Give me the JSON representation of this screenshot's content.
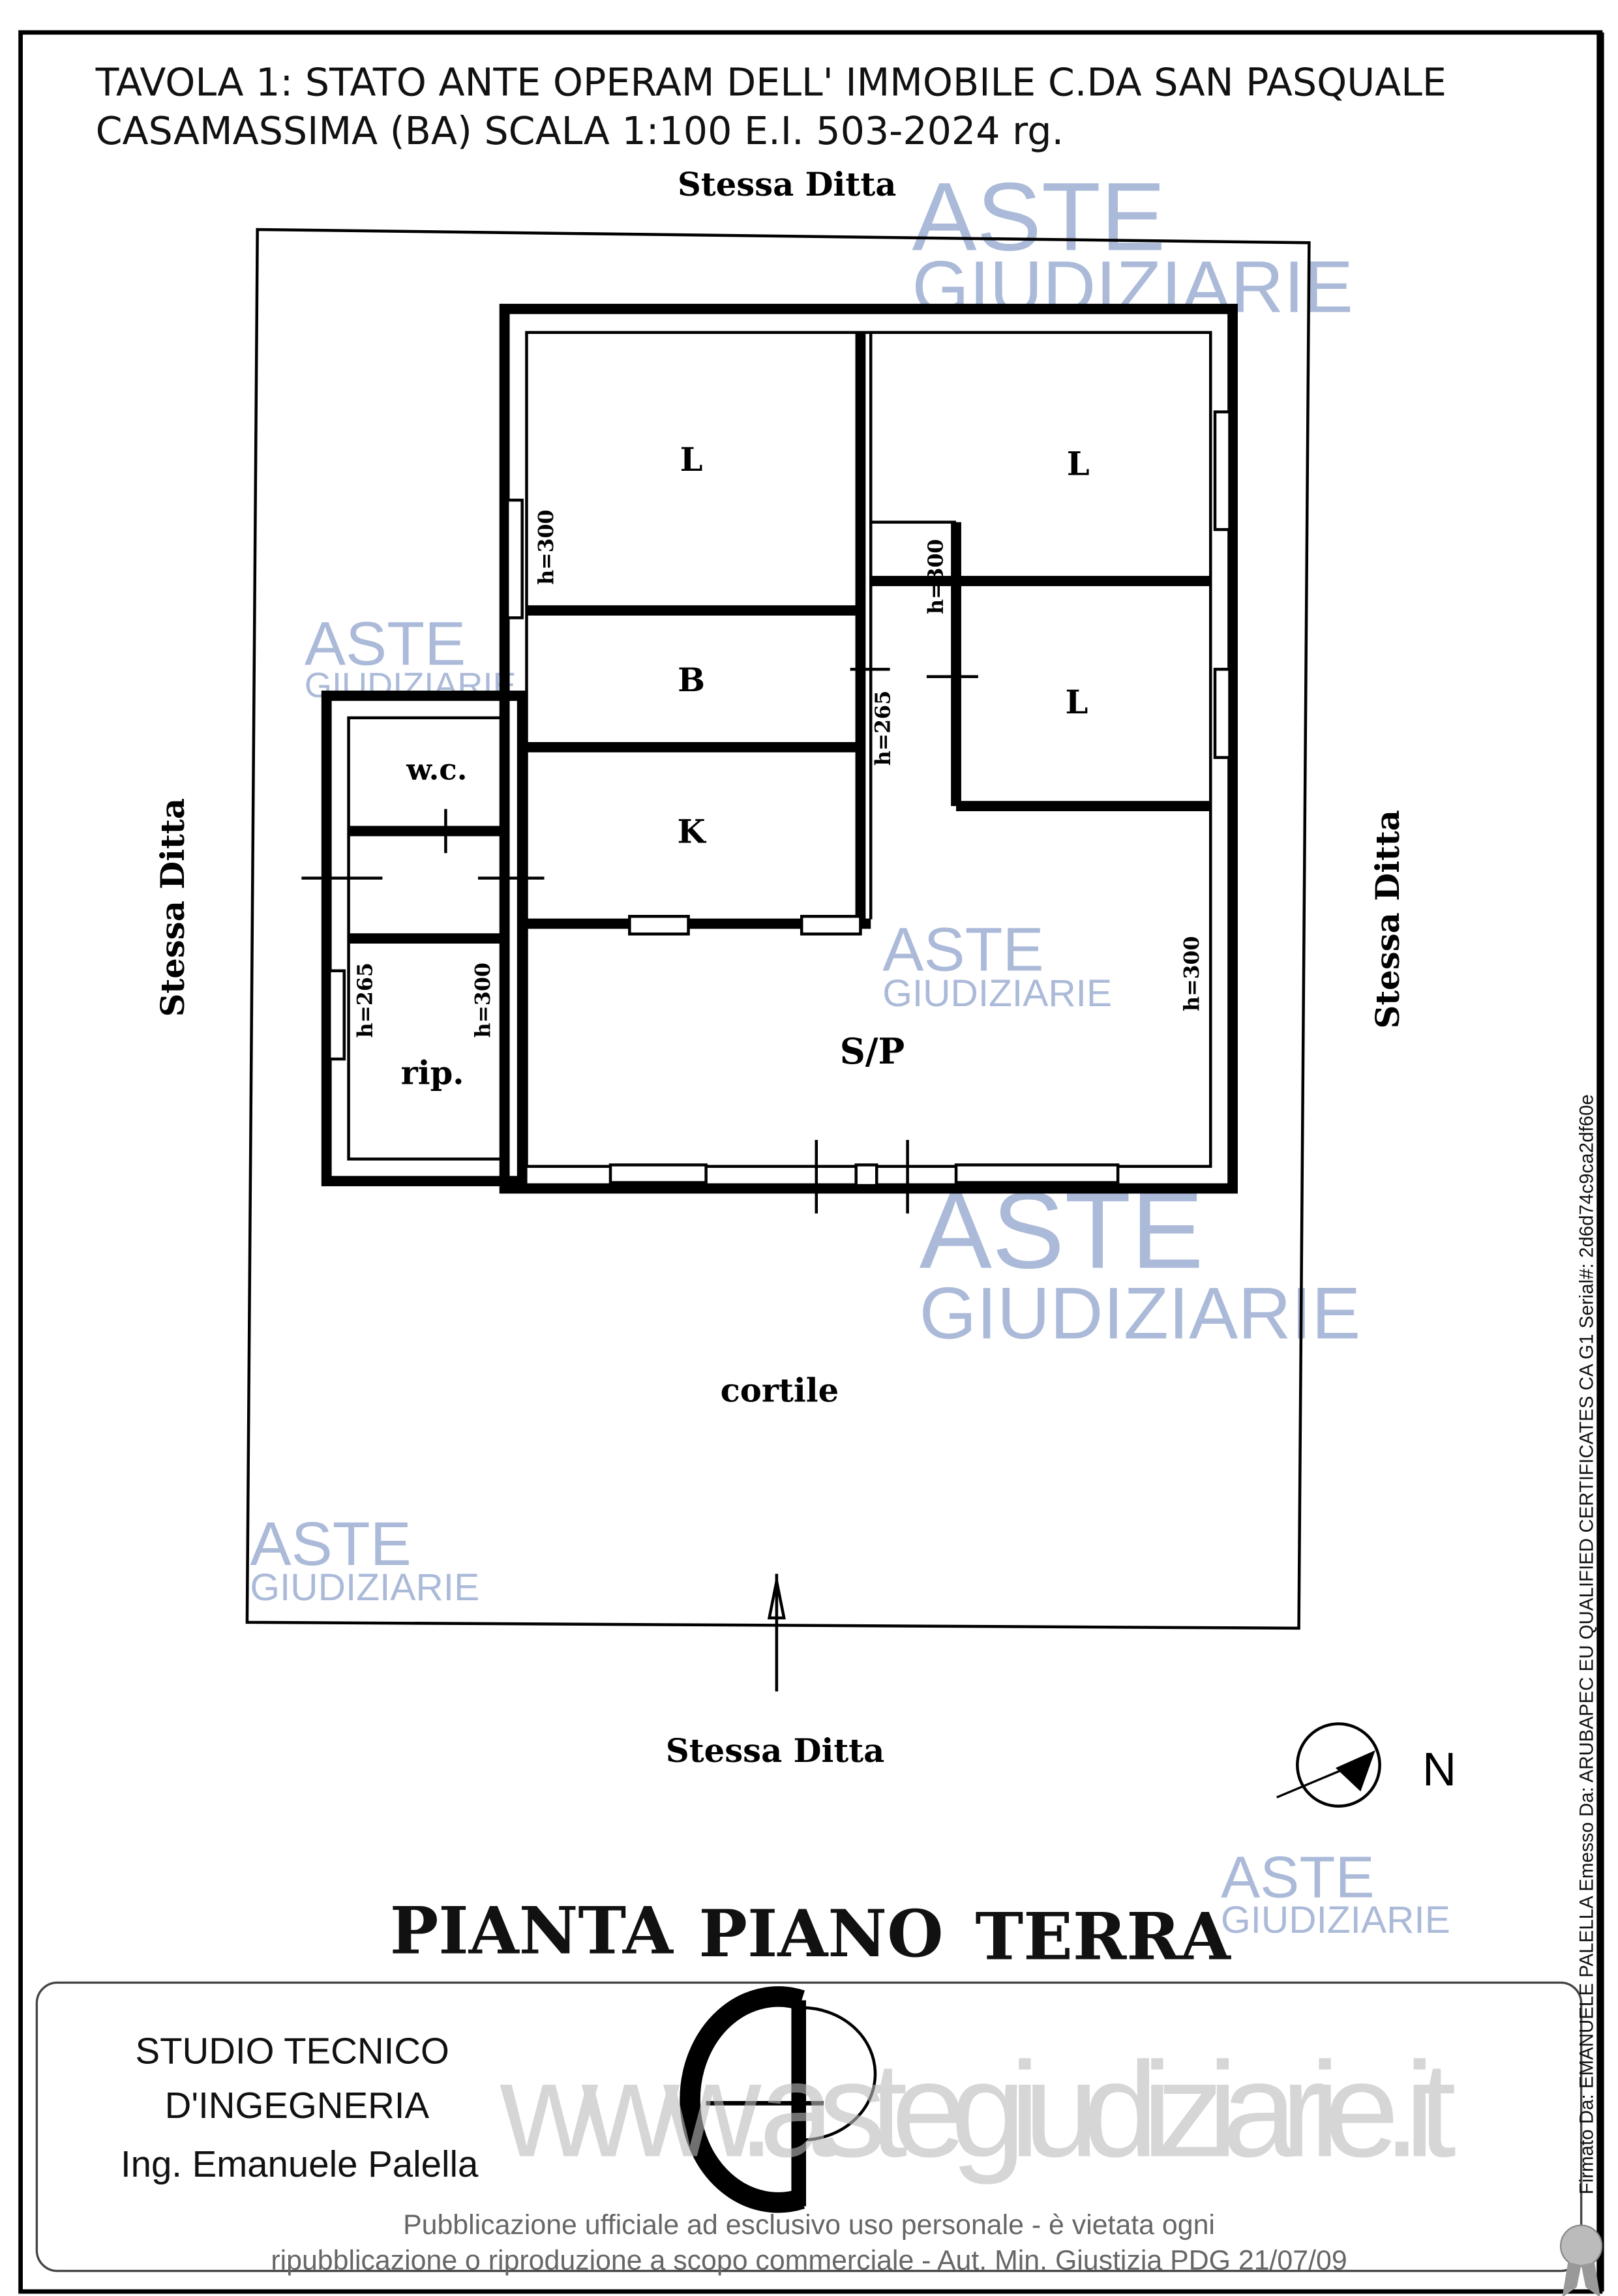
{
  "title": {
    "line1": "TAVOLA 1: STATO ANTE OPERAM DELL' IMMOBILE C.DA SAN PASQUALE",
    "line2": "CASAMASSIMA (BA) SCALA 1:100 E.I. 503-2024 rg."
  },
  "neighbors": {
    "top": "Stessa  Ditta",
    "bottom": "Stessa  Ditta",
    "left": "Stessa  Ditta",
    "right": "Stessa  Ditta"
  },
  "rooms": {
    "l1": "L",
    "l2": "L",
    "l3": "L",
    "b": "B",
    "k": "K",
    "wc": "w.c.",
    "rip": "rip.",
    "sp": "S/P",
    "cortile": "cortile"
  },
  "heights": {
    "h300_a": "h=300",
    "h300_b": "h=300",
    "h265_a": "h=265",
    "h300_c": "h=300",
    "h265_b": "h=265",
    "h300_d": "h=300"
  },
  "compass": {
    "label": "N"
  },
  "plan_title": {
    "w1": "PIANTA",
    "w2": "PIANO",
    "w3": "TERRA"
  },
  "studio": {
    "line1": "STUDIO TECNICO",
    "line2": "D'INGEGNERIA",
    "line3": "Ing. Emanuele Palella"
  },
  "watermark": {
    "brand1": "ASTE",
    "brand2": "GIUDIZIARIE",
    "website": "www.astegiudiziarie.it",
    "color": "#8fa3cc"
  },
  "disclaimer": {
    "line1": "Pubblicazione ufficiale ad esclusivo uso personale - è vietata ogni",
    "line2": "ripubblicazione o riproduzione a scopo commerciale - Aut. Min. Giustizia PDG 21/07/09"
  },
  "signature": "Firmato Da: EMANUELE PALELLA Emesso Da: ARUBAPEC EU QUALIFIED CERTIFICATES CA G1 Serial#: 2d6d74c9ca2df60e"
}
